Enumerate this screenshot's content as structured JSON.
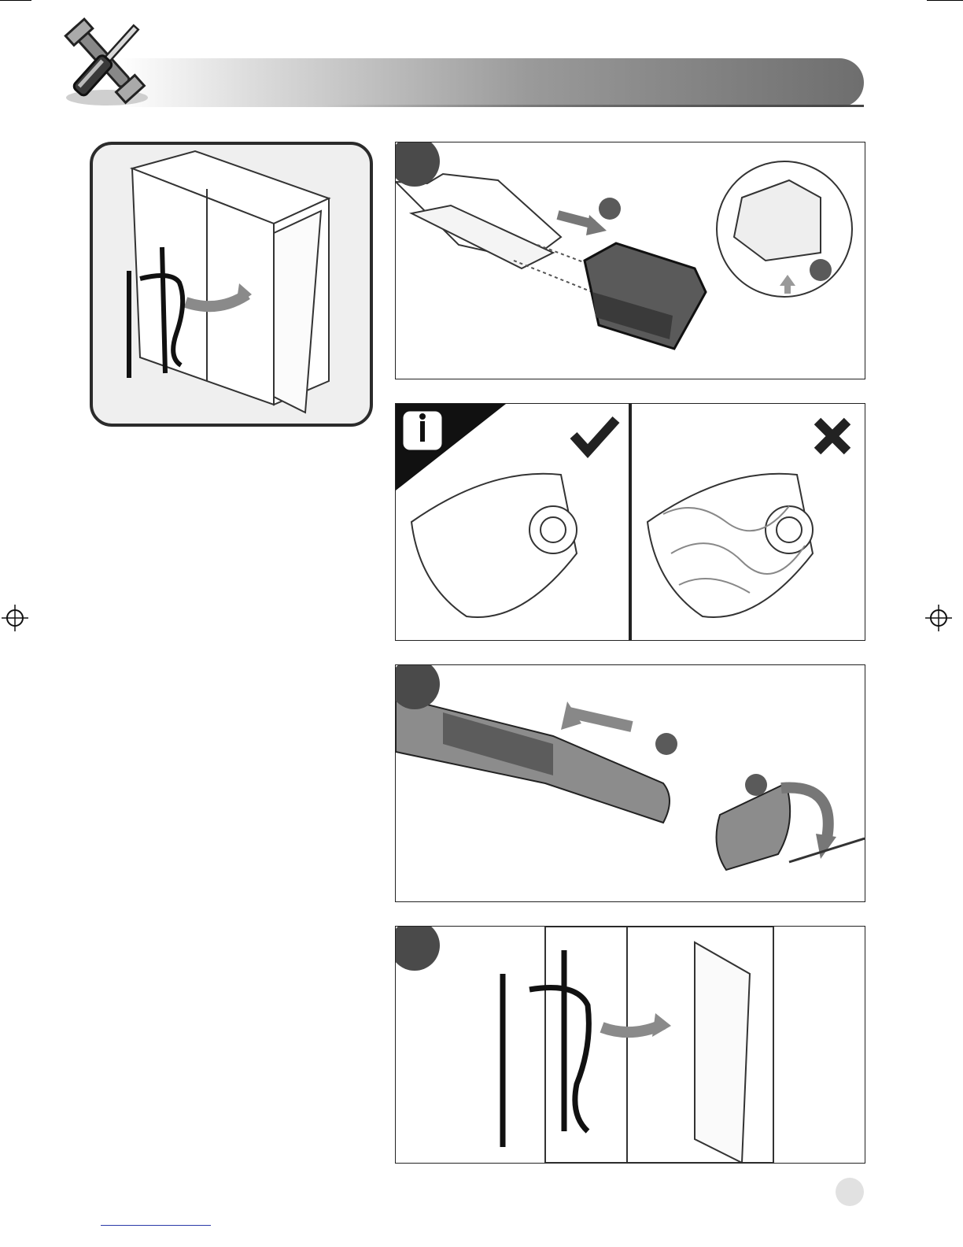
{
  "page": {
    "section_icon": "tools-icon",
    "figures": [
      {
        "id": "store-cabinet",
        "icon": "cabinet-open-icon"
      },
      {
        "id": "remove-battery",
        "icon": "battery-remove-icon"
      },
      {
        "id": "clean-guard",
        "icon": "guard-clean-icon"
      },
      {
        "id": "remove-cap",
        "icon": "cap-rotate-icon"
      },
      {
        "id": "store-tool",
        "icon": "cabinet-store-icon"
      }
    ],
    "check_icon": "check-icon",
    "cross_icon": "cross-icon",
    "info_icon": "info-icon"
  },
  "colors": {
    "dark": "#4a4a4a",
    "line": "#222222",
    "panel_bg": "#efefef"
  }
}
